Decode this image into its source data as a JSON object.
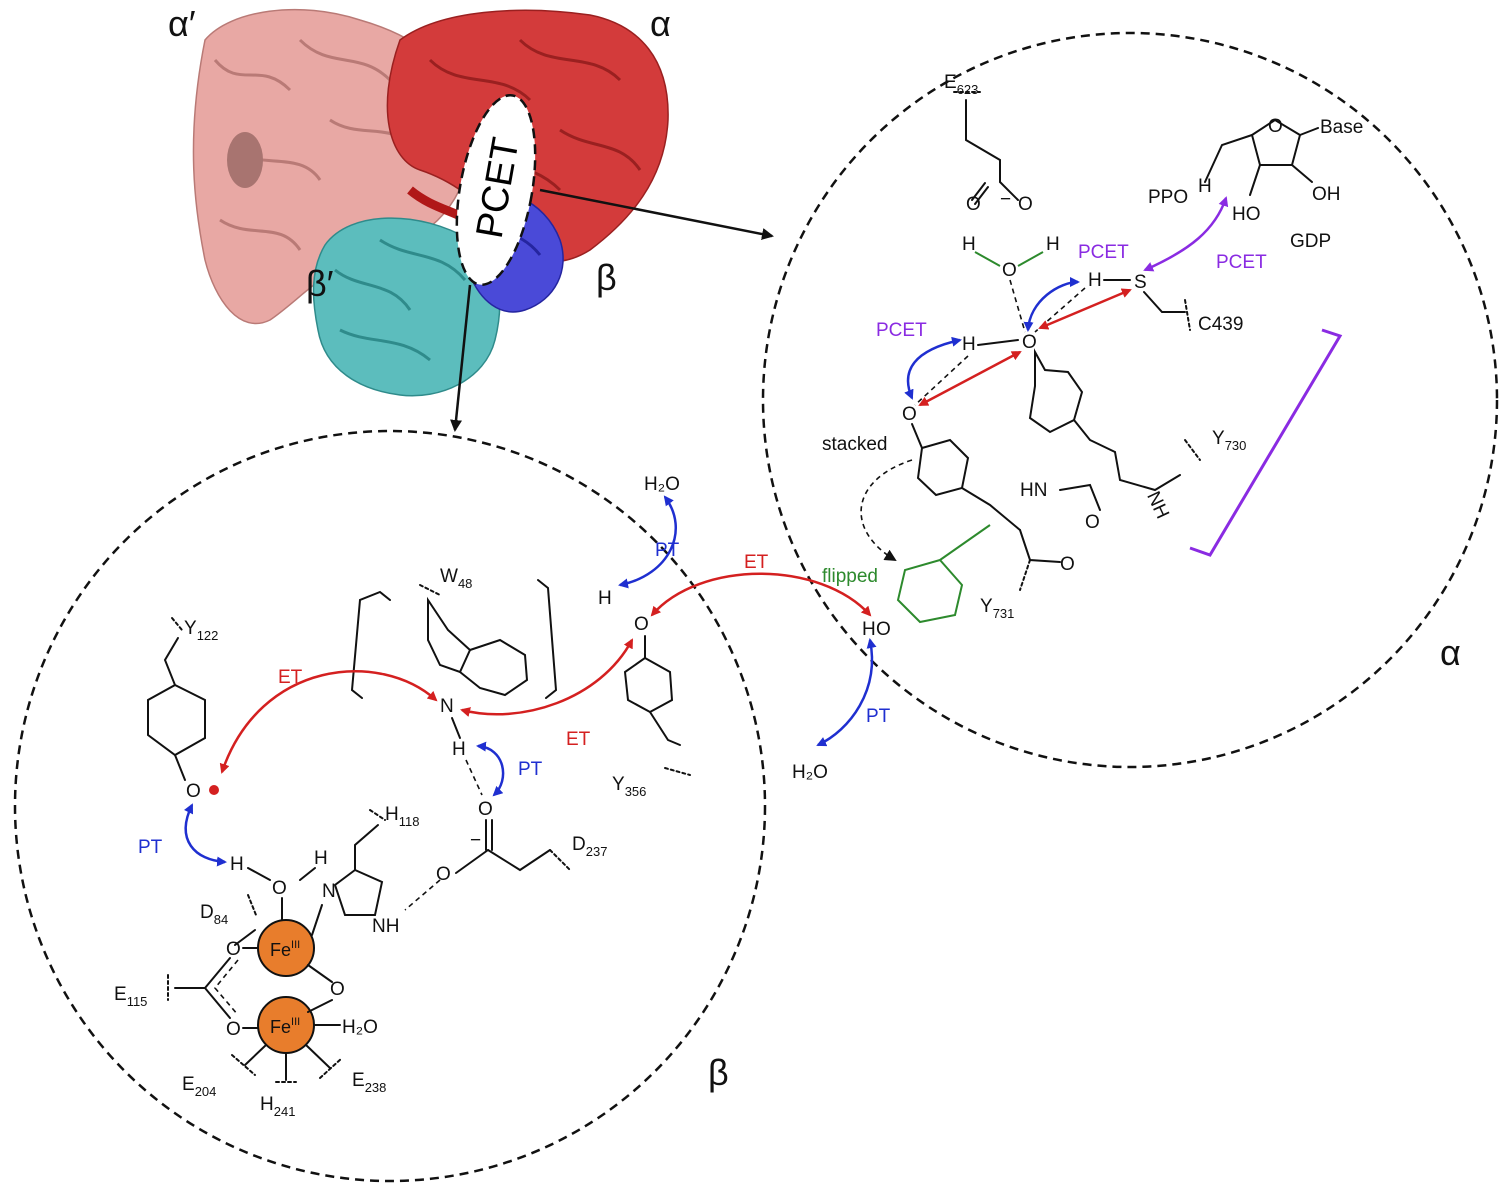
{
  "protein": {
    "subunits": {
      "alpha_prime": "α′",
      "alpha": "α",
      "beta_prime": "β′",
      "beta": "β"
    },
    "center_label": "PCET",
    "colors": {
      "alpha_prime": "#e8a8a4",
      "alpha": "#d33b3b",
      "beta_prime": "#5cbdbd",
      "beta": "#4a4ad8"
    }
  },
  "circle_labels": {
    "alpha": "α",
    "beta": "β"
  },
  "alpha_site": {
    "E623": "E",
    "E623_sub": "623",
    "GDP": "GDP",
    "Base": "Base",
    "PPO": "PPO",
    "HO": "HO",
    "OH": "OH",
    "C439": "C439",
    "Y730": "Y",
    "Y730_sub": "730",
    "Y731": "Y",
    "Y731_sub": "731",
    "stacked": "stacked",
    "flipped": "flipped",
    "HN": "HN",
    "NH": "NH",
    "pcet_1": "PCET",
    "pcet_2": "PCET",
    "pcet_3": "PCET"
  },
  "beta_site": {
    "Y122": "Y",
    "Y122_sub": "122",
    "W48": "W",
    "W48_sub": "48",
    "Y356": "Y",
    "Y356_sub": "356",
    "H118": "H",
    "H118_sub": "118",
    "D237": "D",
    "D237_sub": "237",
    "D84": "D",
    "D84_sub": "84",
    "E115": "E",
    "E115_sub": "115",
    "E204": "E",
    "E204_sub": "204",
    "H241": "H",
    "H241_sub": "241",
    "E238": "E",
    "E238_sub": "238",
    "Fe": "Fe",
    "Fe_sup": "III",
    "H2O": "H₂O",
    "NH": "NH"
  },
  "transfer_labels": {
    "ET": "ET",
    "PT": "PT"
  },
  "water": "H₂O",
  "colors": {
    "ET": "#d42020",
    "PT": "#1f2fd0",
    "PCET": "#8a2be2",
    "flipped": "#2d8a2d",
    "iron": "#e87d2c"
  }
}
